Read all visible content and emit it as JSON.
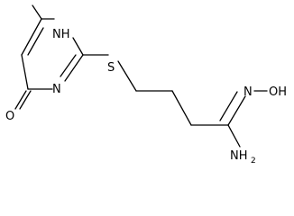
{
  "structure": {
    "atoms": {
      "ring_nh": "NH",
      "ring_n": "N",
      "carbonyl_o": "O",
      "thioether_s": "S",
      "oxime_n": "N",
      "hydroxyl": "OH",
      "amine": "NH",
      "amine_subscript": "2"
    }
  }
}
